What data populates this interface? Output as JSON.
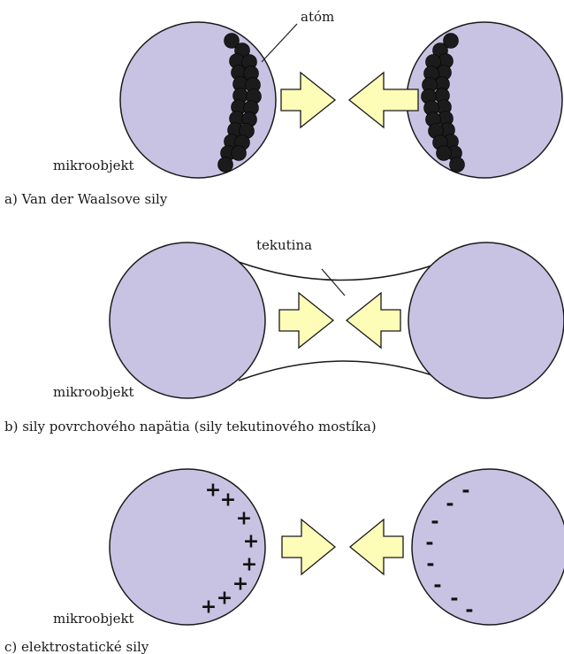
{
  "colors": {
    "microobject_fill": "#c8c3e3",
    "arrow_fill": "#fefdb8",
    "atom_fill": "#1b1b1b",
    "stroke": "#1a1a1a"
  },
  "panels": [
    {
      "id": "a",
      "caption": "a) Van der Waalsove sily",
      "object_label": "mikroobjekt",
      "callout_label": "atóm",
      "icons": [
        "atom-cluster",
        "arrow-right-icon",
        "arrow-left-icon"
      ]
    },
    {
      "id": "b",
      "caption": "b) sily povrchového napätia (sily tekutinového mostíka)",
      "object_label": "mikroobjekt",
      "callout_label": "tekutina",
      "icons": [
        "liquid-bridge",
        "arrow-right-icon",
        "arrow-left-icon"
      ]
    },
    {
      "id": "c",
      "caption": "c) elektrostatické sily",
      "object_label": "mikroobjekt",
      "left_charge": "+",
      "right_charge": "-",
      "icons": [
        "plus-sign",
        "minus-sign",
        "arrow-right-icon",
        "arrow-left-icon"
      ]
    }
  ]
}
